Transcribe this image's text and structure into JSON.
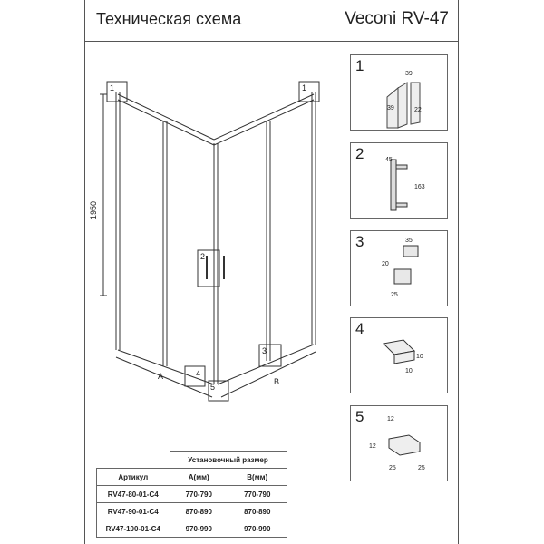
{
  "header": {
    "title": "Техническая схема",
    "model": "Veconi RV-47"
  },
  "diagram": {
    "height_label": "1950",
    "side_a_label": "A",
    "side_b_label": "B",
    "callouts": [
      "1",
      "1",
      "2",
      "3",
      "4",
      "5"
    ]
  },
  "details": [
    {
      "num": "1",
      "dims": [
        "39",
        "39",
        "22"
      ]
    },
    {
      "num": "2",
      "dims": [
        "45",
        "163"
      ]
    },
    {
      "num": "3",
      "dims": [
        "35",
        "20",
        "25"
      ]
    },
    {
      "num": "4",
      "dims": [
        "10",
        "10"
      ]
    },
    {
      "num": "5",
      "dims": [
        "12",
        "12",
        "25",
        "25"
      ]
    }
  ],
  "table": {
    "group_header": "Установочный размер",
    "columns": [
      "Артикул",
      "A(мм)",
      "B(мм)"
    ],
    "rows": [
      [
        "RV47-80-01-C4",
        "770-790",
        "770-790"
      ],
      [
        "RV47-90-01-C4",
        "870-890",
        "870-890"
      ],
      [
        "RV47-100-01-C4",
        "970-990",
        "970-990"
      ]
    ]
  }
}
